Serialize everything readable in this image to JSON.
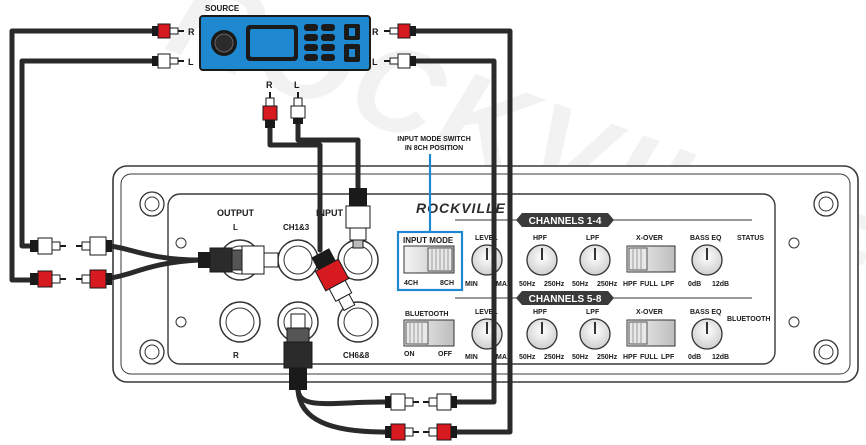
{
  "source": {
    "title": "SOURCE",
    "r": "R",
    "l": "L"
  },
  "right_plugs": {
    "r": "R",
    "l": "L"
  },
  "mid_plugs": {
    "r": "R",
    "l": "L"
  },
  "callout": {
    "line1": "INPUT MODE SWITCH",
    "line2": "IN 8CH POSITION"
  },
  "amp": {
    "brand": "ROCKVILLE",
    "watermark": "ROCKVILLE",
    "output": {
      "title": "OUTPUT",
      "l": "L",
      "r": "R"
    },
    "input": {
      "title": "INPUT",
      "ch13": "CH1&3",
      "ch68": "CH6&8"
    },
    "banner1": "CHANNELS 1-4",
    "banner2": "CHANNELS 5-8",
    "input_mode": {
      "title": "INPUT MODE",
      "left": "4CH",
      "right": "8CH"
    },
    "bluetooth_switch": {
      "title": "BLUETOOTH",
      "left": "ON",
      "right": "OFF"
    },
    "level": {
      "title": "LEVEL",
      "min": "MIN",
      "max": "MAX"
    },
    "hpf": {
      "title": "HPF",
      "a": "50Hz",
      "b": "250Hz"
    },
    "lpf": {
      "title": "LPF",
      "a": "50Hz",
      "b": "250Hz"
    },
    "xover": {
      "title": "X-OVER",
      "a": "HPF",
      "b": "FULL",
      "c": "LPF"
    },
    "bass_eq": {
      "title": "BASS EQ",
      "a": "0dB",
      "b": "12dB"
    },
    "status": "STATUS",
    "bluetooth": "BLUETOOTH"
  },
  "colors": {
    "red": "#d71920",
    "blue": "#1e88d0",
    "dark": "#1a1a1a",
    "cable": "#2a2a2a"
  }
}
